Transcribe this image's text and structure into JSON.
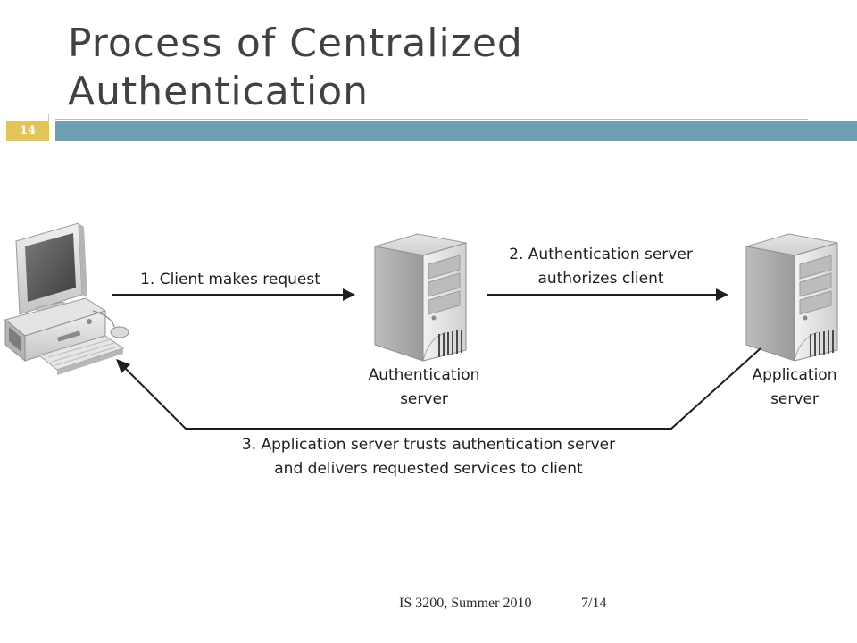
{
  "slide": {
    "title_line1": "Process of Centralized",
    "title_line2": "Authentication",
    "page_number": "14"
  },
  "diagram": {
    "nodes": {
      "client": "client computer",
      "auth_line1": "Authentication",
      "auth_line2": "server",
      "app_line1": "Application",
      "app_line2": "server"
    },
    "steps": {
      "step1": "1. Client makes request",
      "step2_line1": "2. Authentication server",
      "step2_line2": "authorizes client",
      "step3_line1": "3. Application server trusts authentication server",
      "step3_line2": "and delivers requested services to client"
    }
  },
  "footer": {
    "course": "IS 3200, Summer 2010",
    "page": "7/14"
  },
  "colors": {
    "header_bar": "#6fa0b2",
    "page_badge": "#e2c55a",
    "title_text": "#414141"
  }
}
